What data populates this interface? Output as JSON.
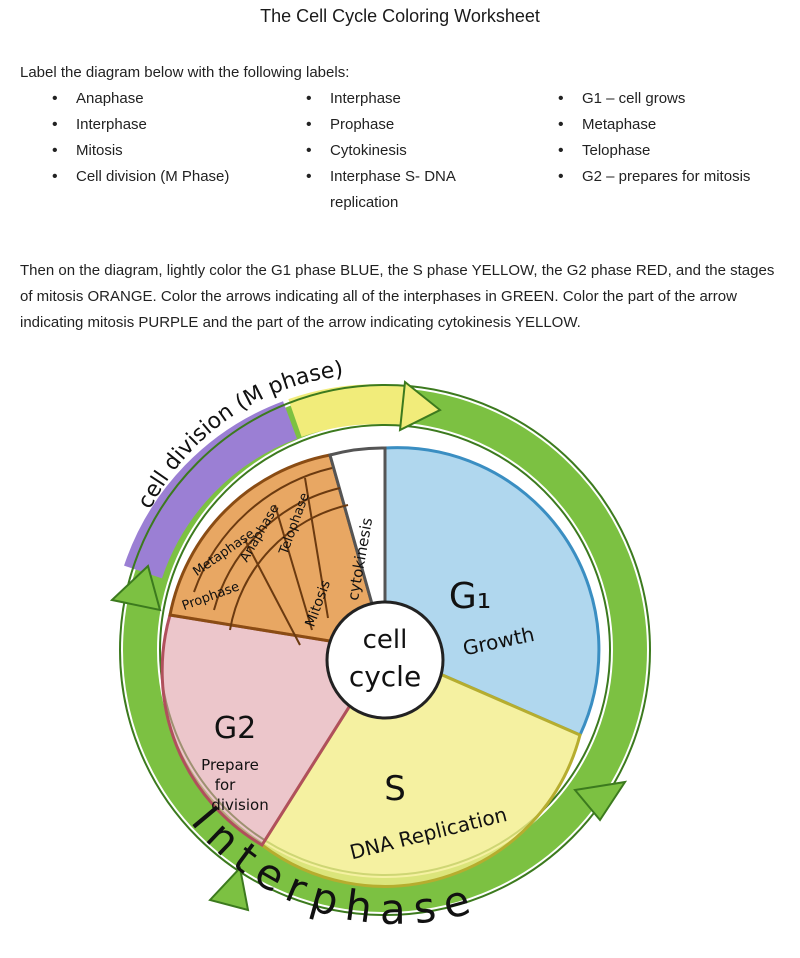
{
  "title": "The Cell Cycle Coloring Worksheet",
  "intro": "Label the diagram below with the following labels:",
  "labels": {
    "col1": [
      "Anaphase",
      "Interphase",
      "Mitosis",
      "Cell division (M Phase)"
    ],
    "col2": [
      "Interphase",
      "Prophase",
      "Cytokinesis",
      "Interphase S- DNA replication"
    ],
    "col3": [
      "G1 – cell grows",
      "Metaphase",
      "Telophase",
      "G2 – prepares for mitosis"
    ]
  },
  "instructions": "Then on the diagram, lightly color the G1 phase BLUE, the S phase YELLOW, the G2 phase RED, and the stages of mitosis ORANGE. Color the arrows indicating all of the interphases in GREEN. Color the part of the arrow indicating mitosis PURPLE and the part of the arrow indicating cytokinesis YELLOW.",
  "diagram": {
    "center_line1": "cell",
    "center_line2": "cycle",
    "g1_title": "G₁",
    "g1_sub": "Growth",
    "s_title": "S",
    "s_sub": "DNA Replication",
    "g2_title": "G2",
    "g2_line1": "Prepare",
    "g2_line2": "for",
    "g2_line3": "division",
    "cytokinesis": "cytokinesis",
    "mitosis": "Mitosis",
    "telophase": "Telophase",
    "anaphase": "Anaphase",
    "metaphase": "Metaphase",
    "prophase": "Prophase",
    "arc_mphase": "cell division (M phase)",
    "arc_interphase": "Interphase"
  },
  "colors": {
    "g1_blue": "#6fb7e0",
    "s_yellow": "#f3ee8a",
    "g2_red": "#e0a0a8",
    "mitosis_orange": "#e0892f",
    "arrow_green": "#7cc142",
    "arrow_purple": "#9b7fd4",
    "arrow_yellow": "#f1ec7a"
  }
}
